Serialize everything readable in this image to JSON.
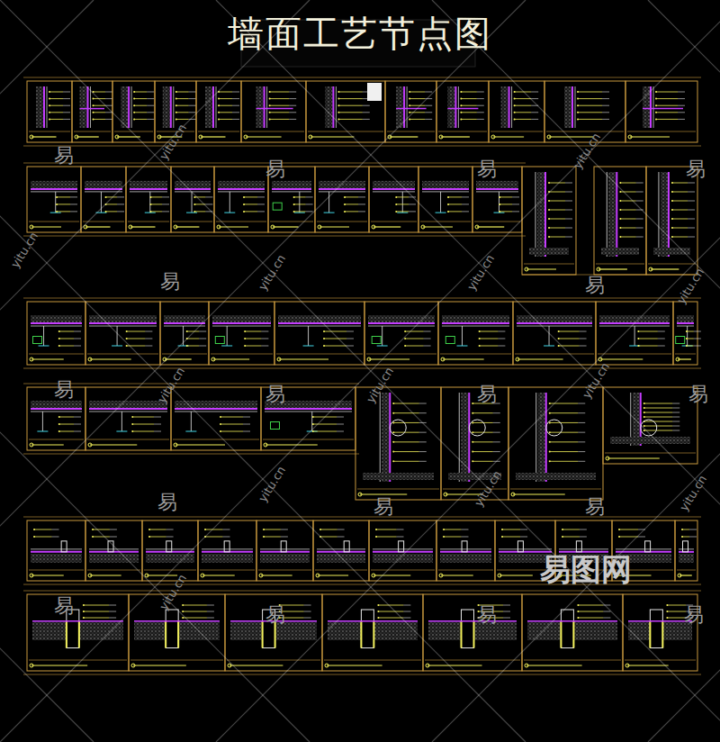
{
  "diagram": {
    "title": "墙面工艺节点图",
    "labels": [
      "易",
      "易",
      "易",
      "易",
      "易",
      "易",
      "易",
      "易",
      "易",
      "易",
      "易",
      "易",
      "易",
      "易",
      "易",
      "易",
      "易",
      "yitu.cn",
      "yitu.cn",
      "yitu.cn",
      "yitu.cn",
      "yitu.cn",
      "yitu.cn",
      "yitu.cn",
      "yitu.cn",
      "yitu.cn",
      "yitu.cn",
      "yitu.cn",
      "yitu.cn",
      "yitu.cn",
      "易图网"
    ]
  }
}
